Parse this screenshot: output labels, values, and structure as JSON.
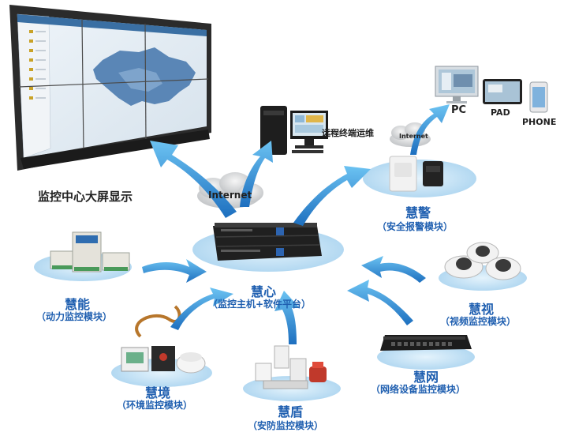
{
  "diagram": {
    "big_screen_label": "监控中心大屏显示",
    "remote_label": "远程终端运维",
    "internet_main": "Internet",
    "internet_small": "Internet",
    "devices": {
      "pc": "PC",
      "pad": "PAD",
      "phone": "PHONE"
    },
    "center": {
      "title": "慧心",
      "subtitle": "（监控主机+软件平台）"
    },
    "modules": {
      "alarm": {
        "title": "慧警",
        "subtitle": "（安全报警模块）"
      },
      "power": {
        "title": "慧能",
        "subtitle": "（动力监控模块）"
      },
      "video": {
        "title": "慧视",
        "subtitle": "（视频监控模块）"
      },
      "env": {
        "title": "慧境",
        "subtitle": "（环境监控模块）"
      },
      "security": {
        "title": "慧盾",
        "subtitle": "（安防监控模块）"
      },
      "network": {
        "title": "慧网",
        "subtitle": "（网络设备监控模块）"
      }
    },
    "colors": {
      "arrow": "#2f8fd6",
      "label": "#1f5fb0",
      "platform": "#b9dcf2"
    }
  }
}
